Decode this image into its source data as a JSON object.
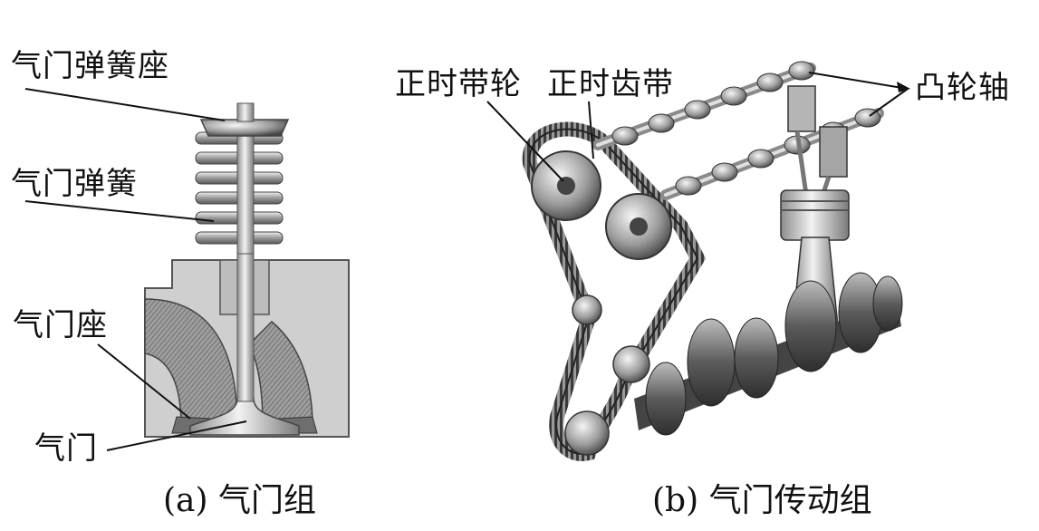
{
  "left_panel": {
    "caption": "(a) 气门组",
    "labels": {
      "spring_seat": "气门弹簧座",
      "spring": "气门弹簧",
      "valve_seat": "气门座",
      "valve": "气门"
    }
  },
  "right_panel": {
    "caption": "(b) 气门传动组",
    "labels": {
      "timing_pulley": "正时带轮",
      "timing_belt": "正时齿带",
      "camshaft": "凸轮轴"
    }
  },
  "colors": {
    "ink": "#111111",
    "metal_light": "#d9d9d9",
    "metal_mid": "#a7a7a7",
    "metal_dark": "#555555"
  }
}
